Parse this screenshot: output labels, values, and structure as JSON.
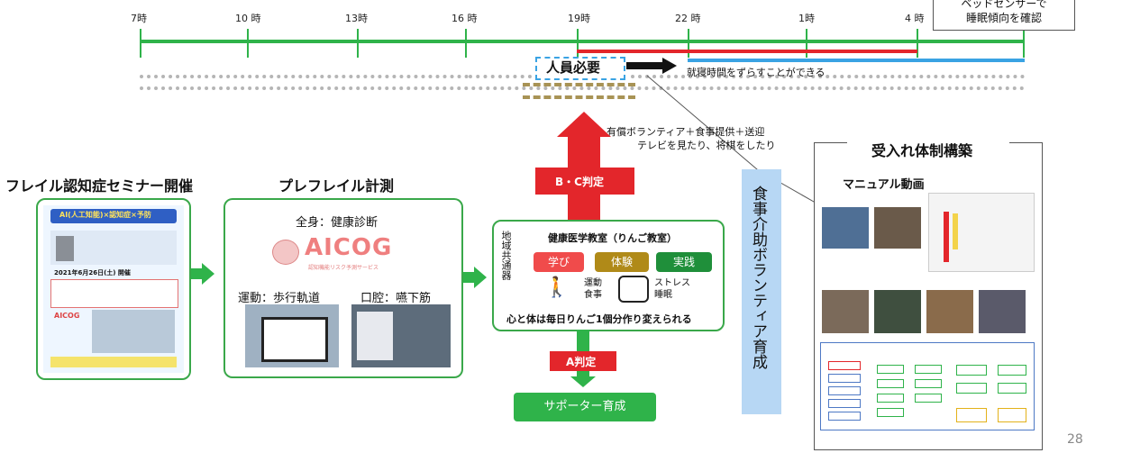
{
  "timeline": {
    "ticks": [
      "7時",
      "10 時",
      "13時",
      "16 時",
      "19時",
      "22 時",
      "1時",
      "4 時"
    ],
    "staff_needed": "人員必要",
    "shift_note": "就寝時間をずらすことができる",
    "bed_sensor_note_1": "ベッドセンサーで",
    "bed_sensor_note_2": "睡眠傾向を確認",
    "volunteer_note_1": "有償ボランティア＋食事提供＋送迎",
    "volunteer_note_2": "テレビを見たり、将棋をしたり"
  },
  "seminar": {
    "heading": "フレイル認知症セミナー開催",
    "flyer_title": "AI(人工知能)×認知症×予防",
    "flyer_date": "2021年6月26日(土) 開催",
    "flyer_brand": "AICOG"
  },
  "prefrail": {
    "heading": "プレフレイル計測",
    "whole_body": "全身：健康診断",
    "brand": "AICOG",
    "brand_sub": "認知機能リスク予測サービス",
    "exercise": "運動：歩行軌道",
    "oral": "口腔：嚥下筋"
  },
  "community": {
    "vertical_label": "地域共通器",
    "classroom_title": "健康医学教室（りんご教室）",
    "btn_learn": "学び",
    "btn_experience": "体験",
    "btn_practice": "実践",
    "exercise_meal": "運動\n食事",
    "stress_sleep": "ストレス\n睡眠",
    "slogan": "心と体は毎日りんご1個分作り変えられる"
  },
  "judgments": {
    "bc": "B・C判定",
    "a": "A判定",
    "supporter": "サポーター育成"
  },
  "volunteer_training": "食事介助ボランティア育成",
  "acceptance": {
    "heading": "受入れ体制構築",
    "manual_video": "マニュアル動画"
  },
  "page_number": "28",
  "colors": {
    "green": "#2fb34a",
    "red": "#e3262b",
    "blue": "#3aa3e3",
    "gold": "#b8860b",
    "dark_green": "#1f8f3a",
    "light_blue": "#b7d7f4"
  }
}
